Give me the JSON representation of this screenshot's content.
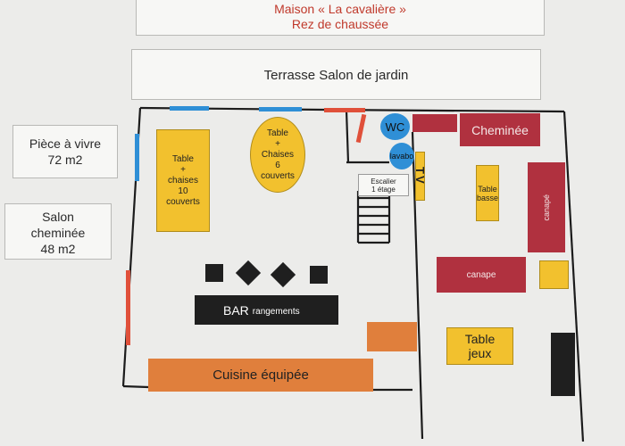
{
  "header": {
    "title_line1": "Maison « La cavalière »",
    "title_line2": "Rez de chaussée",
    "title_color": "#c0392b"
  },
  "terrasse": {
    "label": "Terrasse Salon de jardin"
  },
  "areas": [
    {
      "line1": "Pièce à vivre",
      "line2": "72 m2"
    },
    {
      "line1": "Salon",
      "line2": "cheminée",
      "line3": "48 m2"
    }
  ],
  "furniture": {
    "table10": {
      "l1": "Table",
      "l2": "+",
      "l3": "chaises",
      "l4": "10",
      "l5": "couverts"
    },
    "table6": {
      "l1": "Table",
      "l2": "+",
      "l3": "Chaises",
      "l4": "6",
      "l5": "couverts"
    },
    "bar": {
      "main": "BAR",
      "sub": "rangements"
    },
    "cuisine": "Cuisine équipée",
    "wc": "WC",
    "lavabo": "lavabo",
    "tv": "TV",
    "escalier": {
      "l1": "Escalier",
      "l2": "1 étage"
    },
    "cheminee": "Cheminée",
    "table_basse": {
      "l1": "Table",
      "l2": "basse"
    },
    "canape_vertical": "canapé",
    "canape_horizontal": "canape",
    "table_jeux": {
      "l1": "Table",
      "l2": "jeux"
    }
  },
  "colors": {
    "yellow": "#f2c12e",
    "red": "#b0313f",
    "orange": "#e07f3c",
    "window_blue": "#2f8fd6",
    "door_red": "#e0503a",
    "dark": "#1f1f1f"
  }
}
